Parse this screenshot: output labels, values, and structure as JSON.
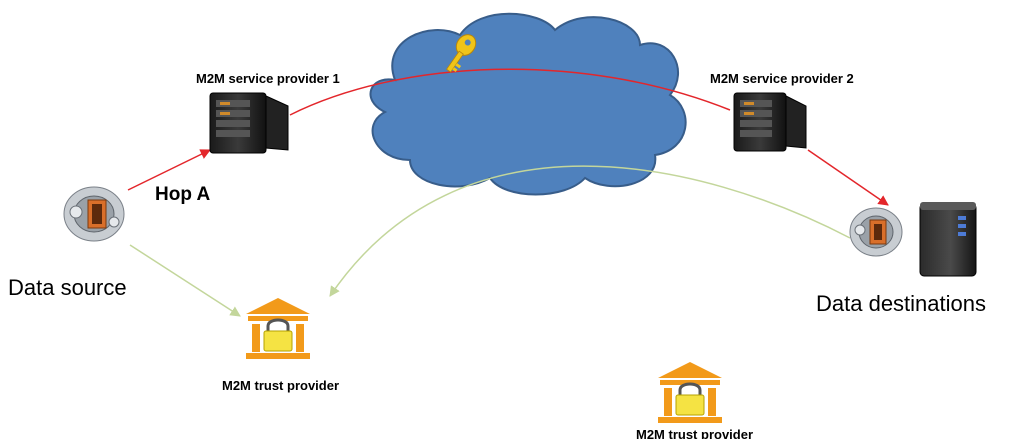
{
  "nodes": {
    "sp1_label": "M2M service provider 1",
    "sp2_label": "M2M service provider 2",
    "hop_label": "Hop A",
    "source_label": "Data source",
    "destinations_label": "Data destinations",
    "trust1_label": "M2M trust provider",
    "trust2_label": "M2M trust provider"
  },
  "colors": {
    "cloud_fill": "#4f81bd",
    "cloud_stroke": "#385d8a",
    "data_path": "#e3262b",
    "trust_path": "#c3d69b",
    "trust_orange": "#f29a1a",
    "lock_yellow": "#f5e343",
    "key_gold": "#f0c419"
  }
}
